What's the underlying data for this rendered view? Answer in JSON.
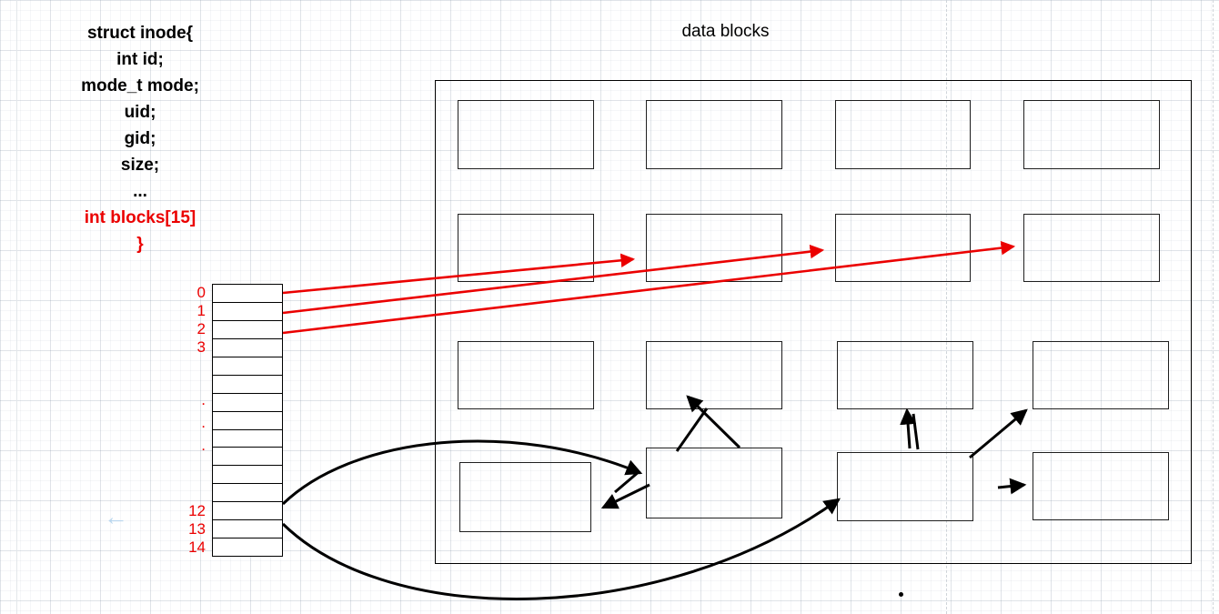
{
  "diagram": {
    "title": "data blocks"
  },
  "code": {
    "lines": [
      "struct inode{",
      "int id;",
      "mode_t mode;",
      "uid;",
      "gid;",
      "size;",
      "...",
      "int blocks[15]",
      "}"
    ]
  },
  "inode_array": {
    "cell_count": 15,
    "labels": [
      "0",
      "1",
      "2",
      "3",
      ".",
      ".",
      ".",
      "12",
      "13",
      "14"
    ]
  },
  "icons": {
    "faded_left_arrow": "←"
  },
  "colors": {
    "red": "#eb0000",
    "black": "#000000",
    "faded_arrow_blue": "#b9d6ee"
  }
}
